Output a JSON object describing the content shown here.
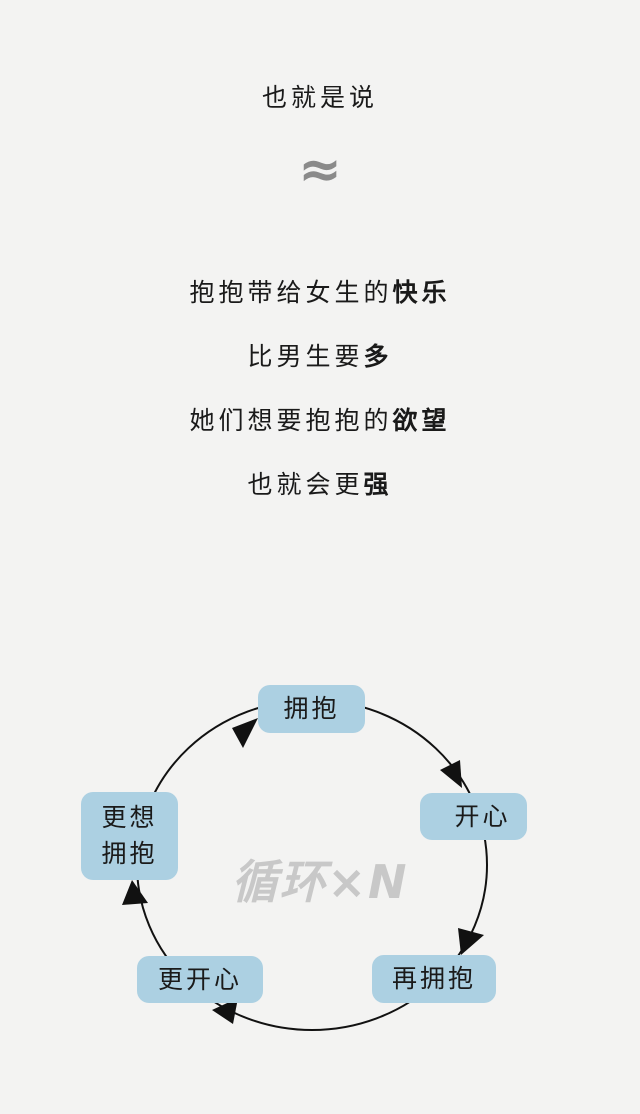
{
  "intro": "也就是说",
  "approx_symbol": "≈",
  "lines": [
    {
      "normal": "抱抱带给女生的",
      "bold": "快乐"
    },
    {
      "normal": "比男生要",
      "bold": "多"
    },
    {
      "normal": "她们想要抱抱的",
      "bold": "欲望"
    },
    {
      "normal": "也就会更",
      "bold": "强"
    }
  ],
  "cycle": {
    "nodes": [
      "拥抱",
      "开心",
      "再拥抱",
      "更开心",
      "更想拥抱"
    ],
    "node_line2": {
      "more_want_line1": "更想",
      "more_want_line2": "拥抱"
    },
    "center_label": "循环×N",
    "node_color": "#acd0e2"
  }
}
